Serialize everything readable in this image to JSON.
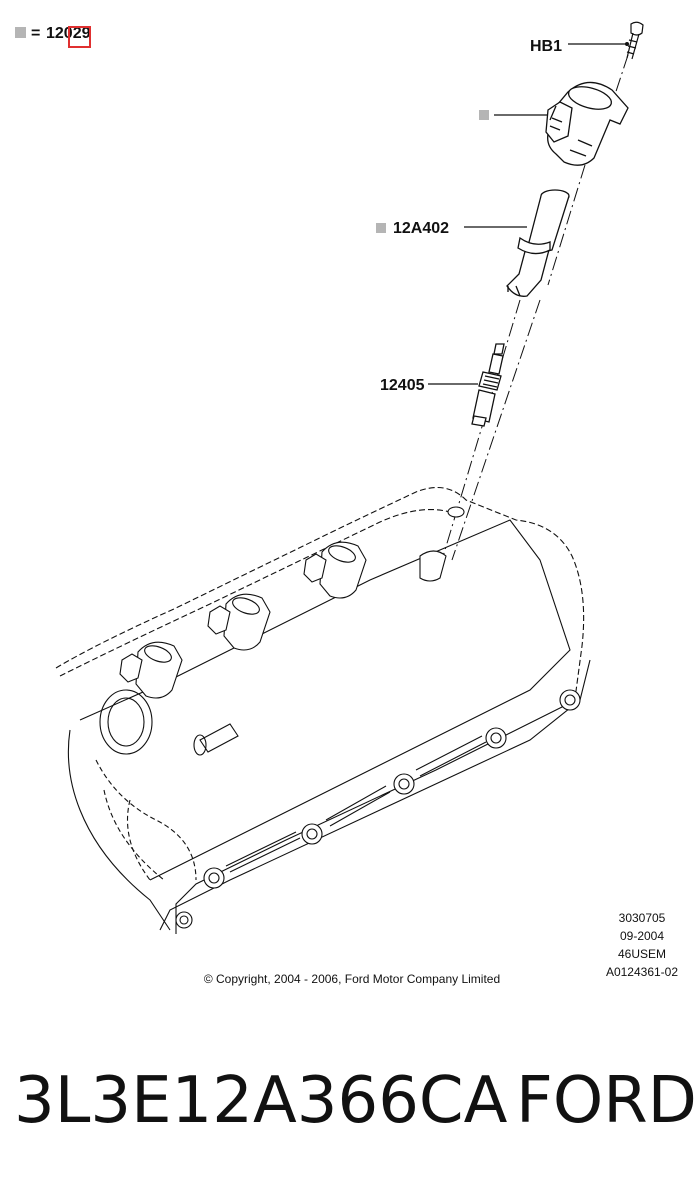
{
  "diagram": {
    "legend": {
      "equals": "=",
      "part": "12029"
    },
    "callouts": {
      "hb1": "HB1",
      "coil_boot": "12A402",
      "spark_plug": "12405"
    },
    "info_block": {
      "line1": "3030705",
      "line2": "09-2004",
      "line3": "46USEM",
      "line4": "A0124361-02"
    },
    "copyright": "© Copyright, 2004 - 2006, Ford Motor Company Limited",
    "colors": {
      "highlight": "#e03030",
      "marker": "#b5b5b5",
      "ink": "#111111"
    }
  },
  "footer": {
    "part_number": "3L3E12A366CA",
    "brand": "FORD"
  }
}
